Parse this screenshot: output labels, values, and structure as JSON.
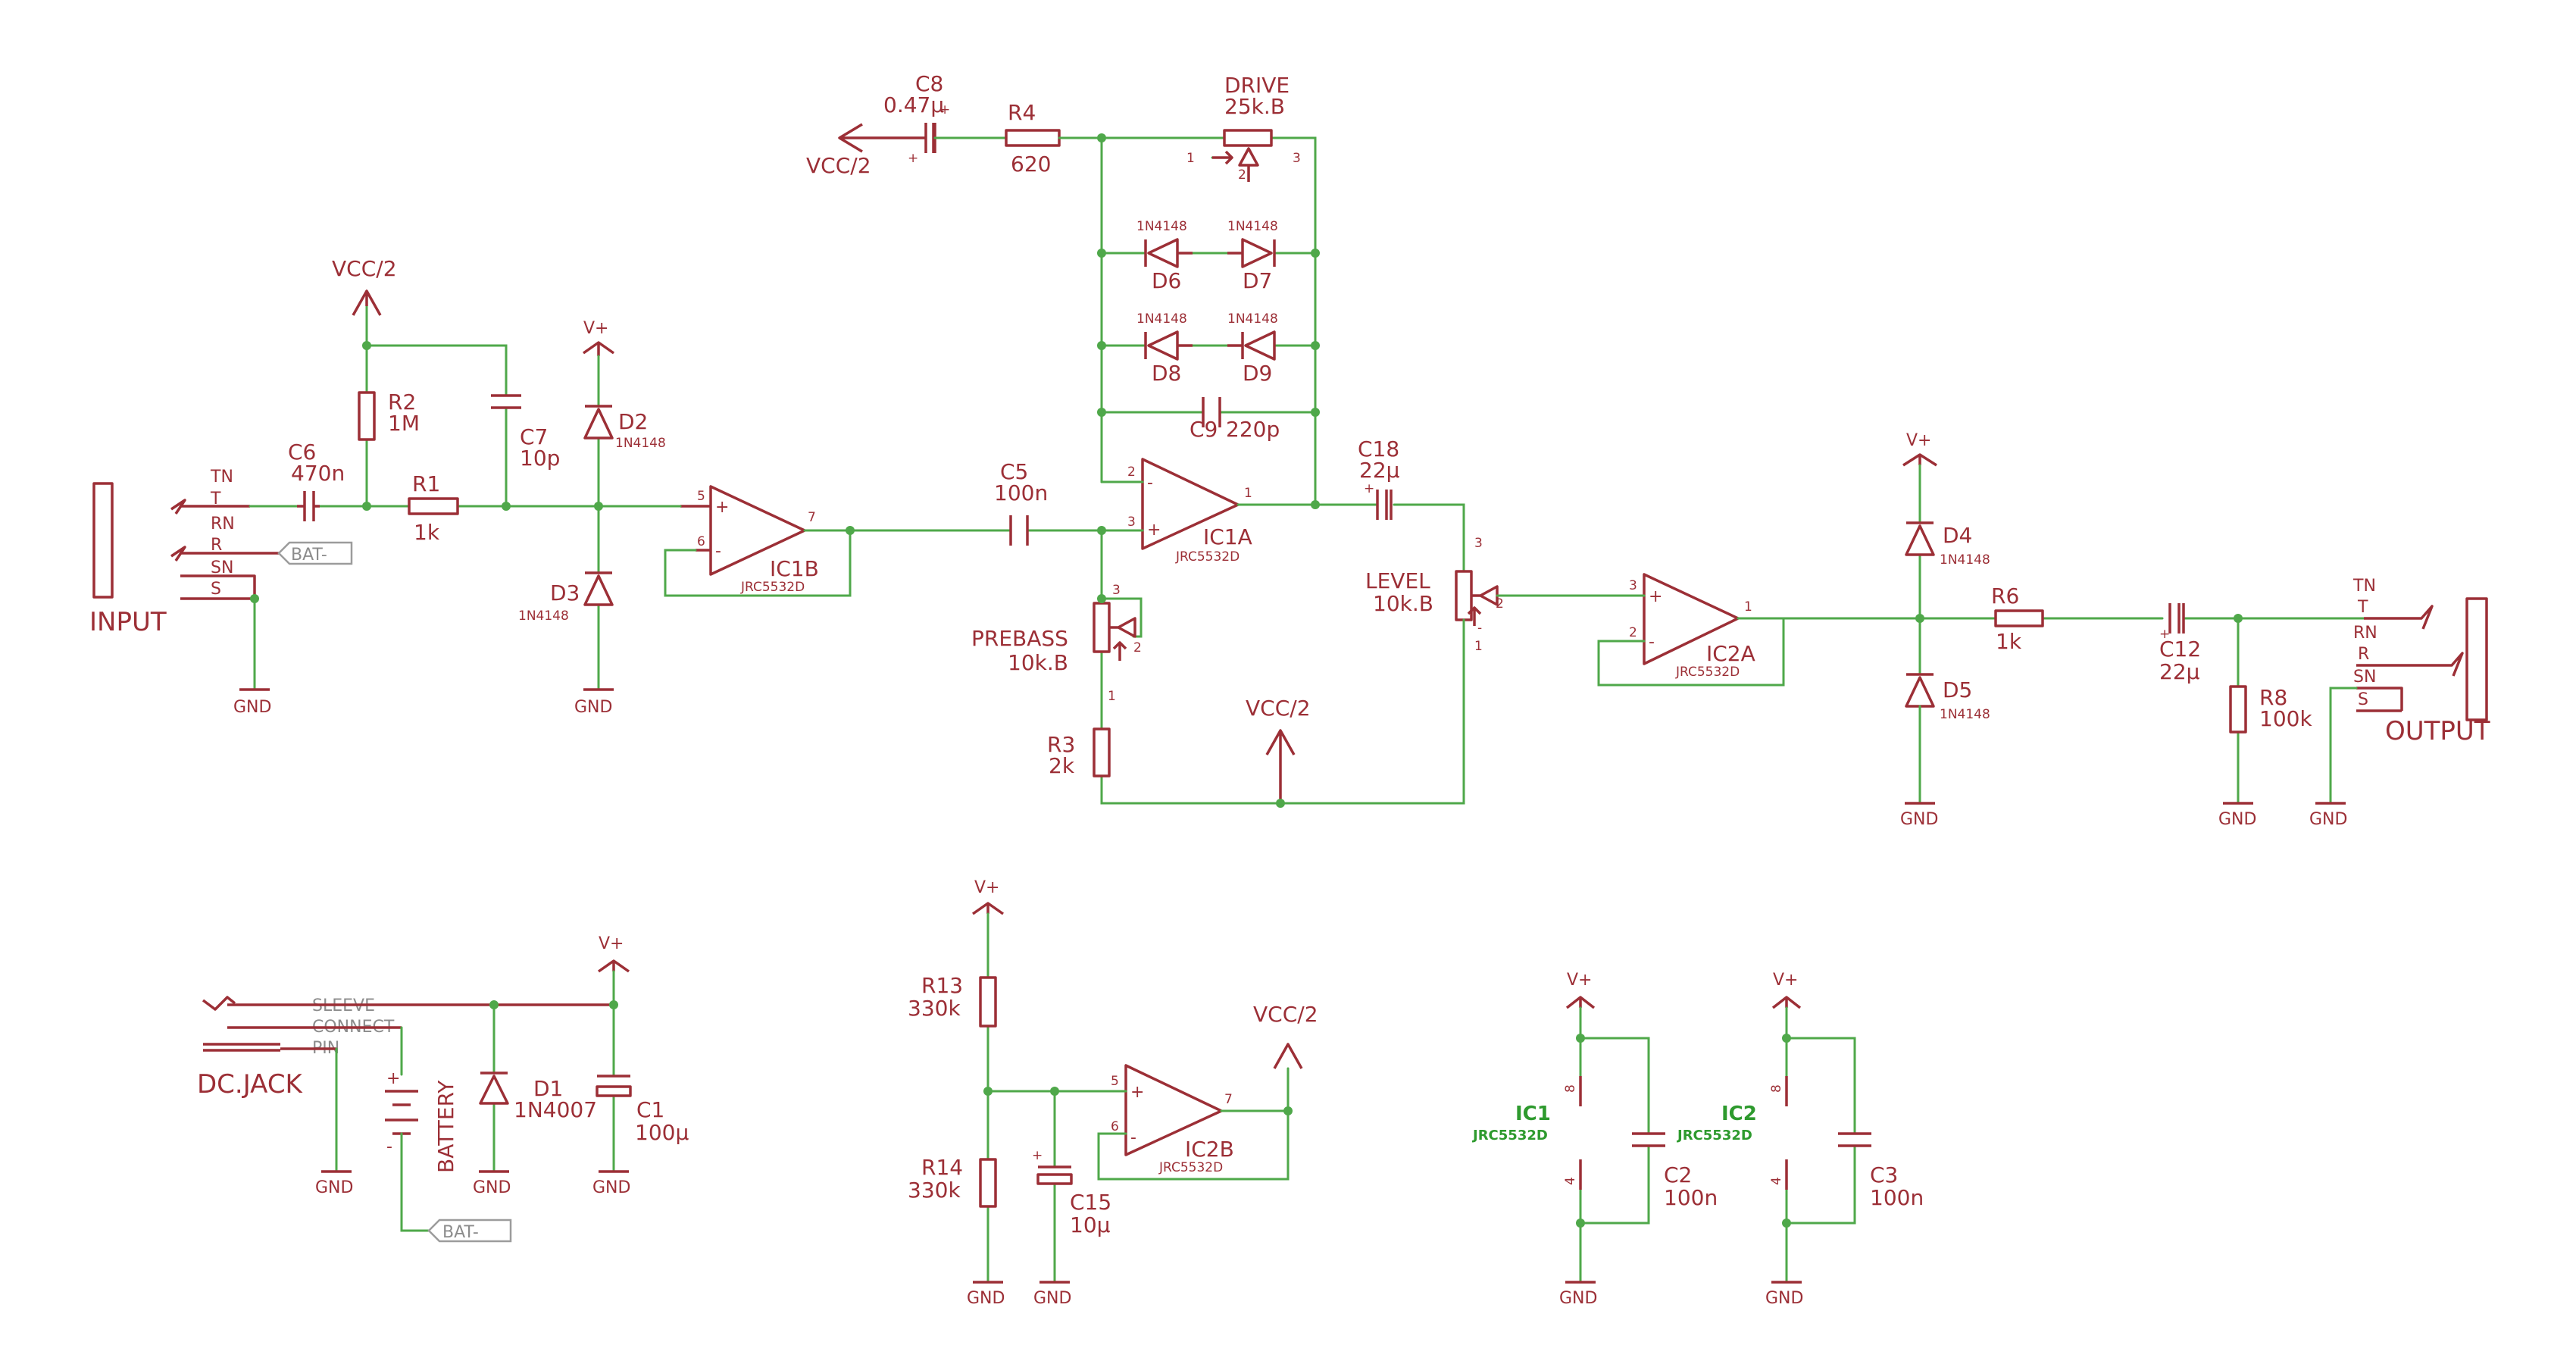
{
  "labels": {
    "input": "INPUT",
    "output": "OUTPUT",
    "tn": "TN",
    "t": "T",
    "rn": "RN",
    "r": "R",
    "sn": "SN",
    "s": "S",
    "bat_minus": "BAT-",
    "gnd": "GND",
    "vcc2": "VCC/2",
    "vplus": "V+",
    "dc_jack": "DC.JACK",
    "sleeve": "SLEEVE",
    "connect": "CONNECT",
    "pin": "PIN",
    "battery": "BATTERY"
  },
  "components": {
    "c6": {
      "name": "C6",
      "value": "470n"
    },
    "r1": {
      "name": "R1",
      "value": "1k"
    },
    "r2": {
      "name": "R2",
      "value": "1M"
    },
    "c7": {
      "name": "C7",
      "value": "10p"
    },
    "d2": {
      "name": "D2",
      "value": "1N4148"
    },
    "d3": {
      "name": "D3",
      "value": "1N4148"
    },
    "ic1b": {
      "name": "IC1B",
      "value": "JRC5532D"
    },
    "c5": {
      "name": "C5",
      "value": "100n"
    },
    "c8": {
      "name": "C8",
      "value": "0.47μ"
    },
    "r4": {
      "name": "R4",
      "value": "620"
    },
    "drive": {
      "name": "DRIVE",
      "value": "25k.B"
    },
    "d6": {
      "name": "D6",
      "value": "1N4148"
    },
    "d7": {
      "name": "D7",
      "value": "1N4148"
    },
    "d8": {
      "name": "D8",
      "value": "1N4148"
    },
    "d9": {
      "name": "D9",
      "value": "1N4148"
    },
    "c9": {
      "name": "C9",
      "value": "220p"
    },
    "ic1a": {
      "name": "IC1A",
      "value": "JRC5532D"
    },
    "prebass": {
      "name": "PREBASS",
      "value": "10k.B"
    },
    "r3": {
      "name": "R3",
      "value": "2k"
    },
    "c18": {
      "name": "C18",
      "value": "22μ"
    },
    "level": {
      "name": "LEVEL",
      "value": "10k.B"
    },
    "ic2a": {
      "name": "IC2A",
      "value": "JRC5532D"
    },
    "d4": {
      "name": "D4",
      "value": "1N4148"
    },
    "d5": {
      "name": "D5",
      "value": "1N4148"
    },
    "r6": {
      "name": "R6",
      "value": "1k"
    },
    "c12": {
      "name": "C12",
      "value": "22μ"
    },
    "r8": {
      "name": "R8",
      "value": "100k"
    },
    "d1": {
      "name": "D1",
      "value": "1N4007"
    },
    "c1": {
      "name": "C1",
      "value": "100μ"
    },
    "r13": {
      "name": "R13",
      "value": "330k"
    },
    "r14": {
      "name": "R14",
      "value": "330k"
    },
    "c15": {
      "name": "C15",
      "value": "10μ"
    },
    "ic2b": {
      "name": "IC2B",
      "value": "JRC5532D"
    },
    "ic1": {
      "name": "IC1",
      "value": "JRC5532D"
    },
    "ic2": {
      "name": "IC2",
      "value": "JRC5532D"
    },
    "c2": {
      "name": "C2",
      "value": "100n"
    },
    "c3": {
      "name": "C3",
      "value": "100n"
    }
  },
  "pins": {
    "p1": "1",
    "p2": "2",
    "p3": "3",
    "p4": "4",
    "p5": "5",
    "p6": "6",
    "p7": "7",
    "p8": "8",
    "plus": "+",
    "minus": "-"
  },
  "colors": {
    "wire": "#4fa84a",
    "component": "#9c2f36",
    "text": "#9c2f36",
    "ic_label": "#2e9a2e"
  }
}
